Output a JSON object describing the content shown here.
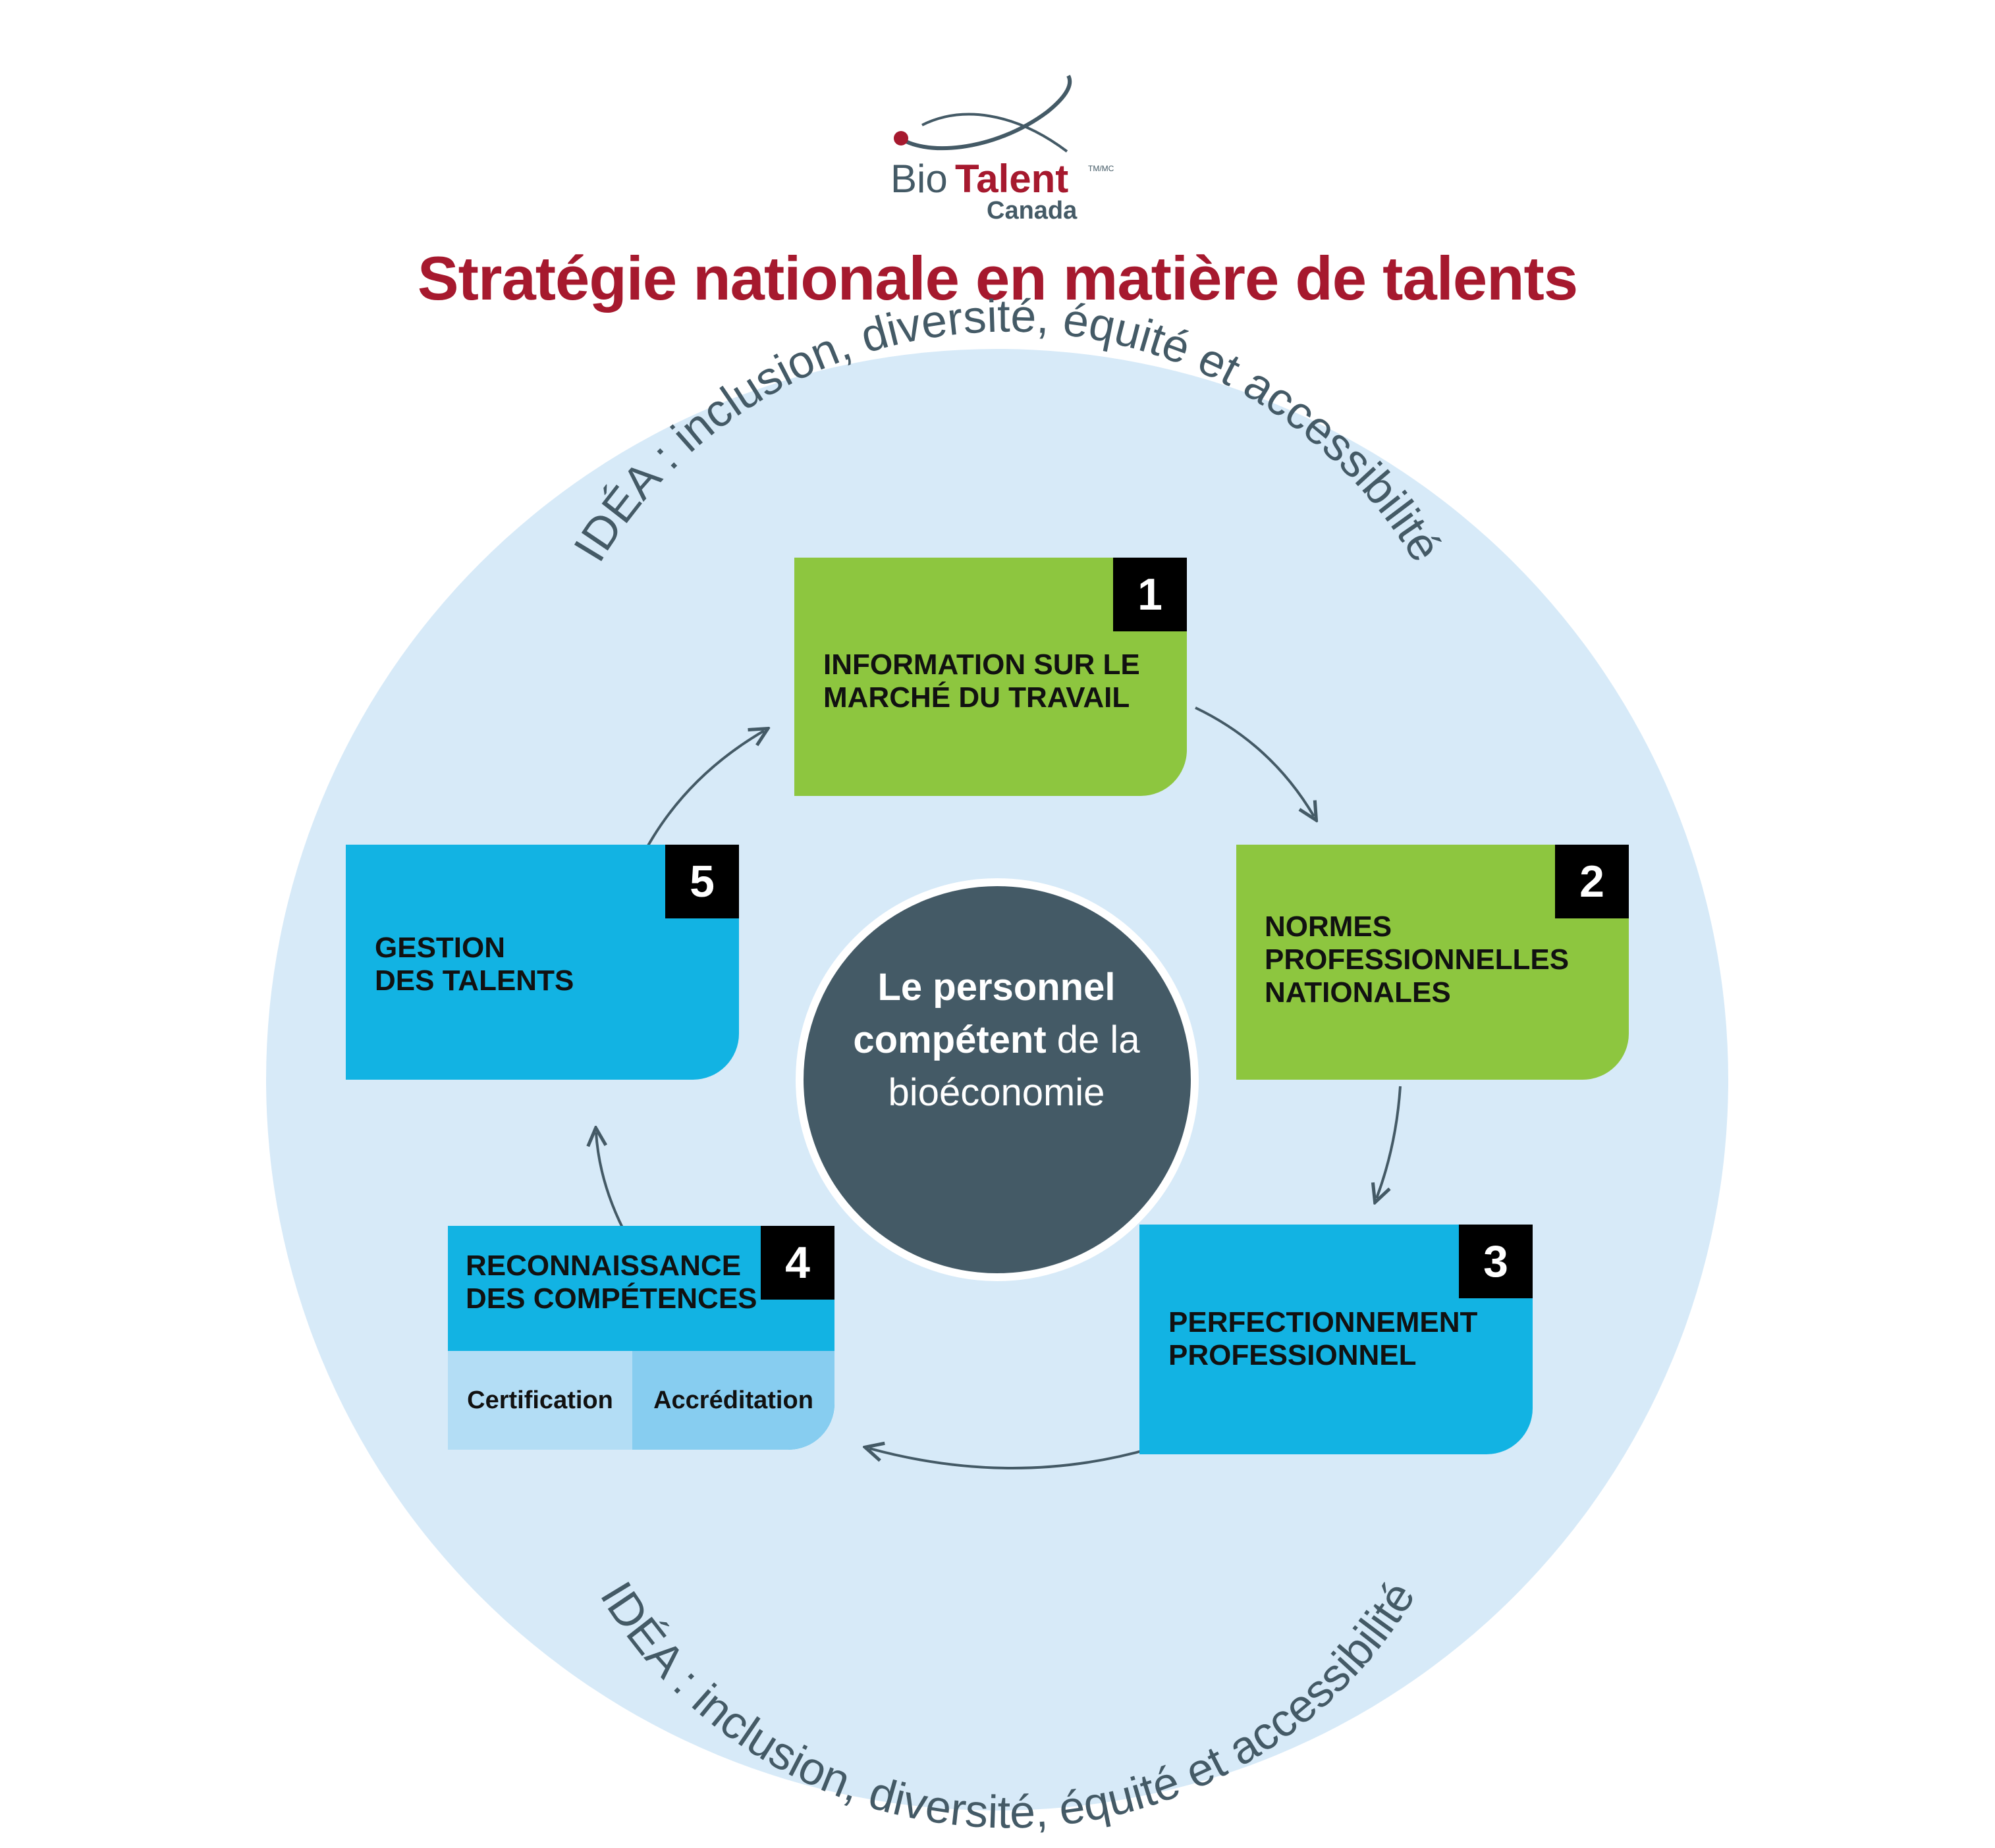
{
  "logo": {
    "text_bio": "Bio",
    "text_talent": "Talent",
    "mark": "TM/MC",
    "text_canada": "Canada"
  },
  "title": "Stratégie nationale en matière de talents",
  "colors": {
    "title": "#a6192e",
    "outer_circle": "#d7eaf8",
    "center_circle": "#445a66",
    "green": "#8dc63f",
    "blue": "#12b3e3",
    "sub_light": "#b3ddf5",
    "sub_mid": "#87cdf0",
    "arrow": "#445a66",
    "arc_text": "#445a66"
  },
  "arc_text": {
    "top": "IDÉA : inclusion, diversité, équité et accessibilité",
    "bottom": "IDÉA : inclusion, diversité, équité et accessibilité"
  },
  "center": {
    "line1_bold": "Le personnel",
    "line2_bold": "compétent",
    "line2_rest": " de la",
    "line3": "bioéconomie"
  },
  "steps": [
    {
      "number": "1",
      "line1": "INFORMATION SUR LE",
      "line2": "MARCHÉ DU TRAVAIL",
      "line3": ""
    },
    {
      "number": "2",
      "line1": "NORMES",
      "line2": "PROFESSIONNELLES",
      "line3": "NATIONALES"
    },
    {
      "number": "3",
      "line1": "PERFECTIONNEMENT",
      "line2": "PROFESSIONNEL",
      "line3": ""
    },
    {
      "number": "4",
      "line1": "RECONNAISSANCE",
      "line2": "DES COMPÉTENCES",
      "line3": "",
      "sub_left": "Certification",
      "sub_right": "Accréditation"
    },
    {
      "number": "5",
      "line1": "GESTION",
      "line2": "DES TALENTS",
      "line3": ""
    }
  ]
}
